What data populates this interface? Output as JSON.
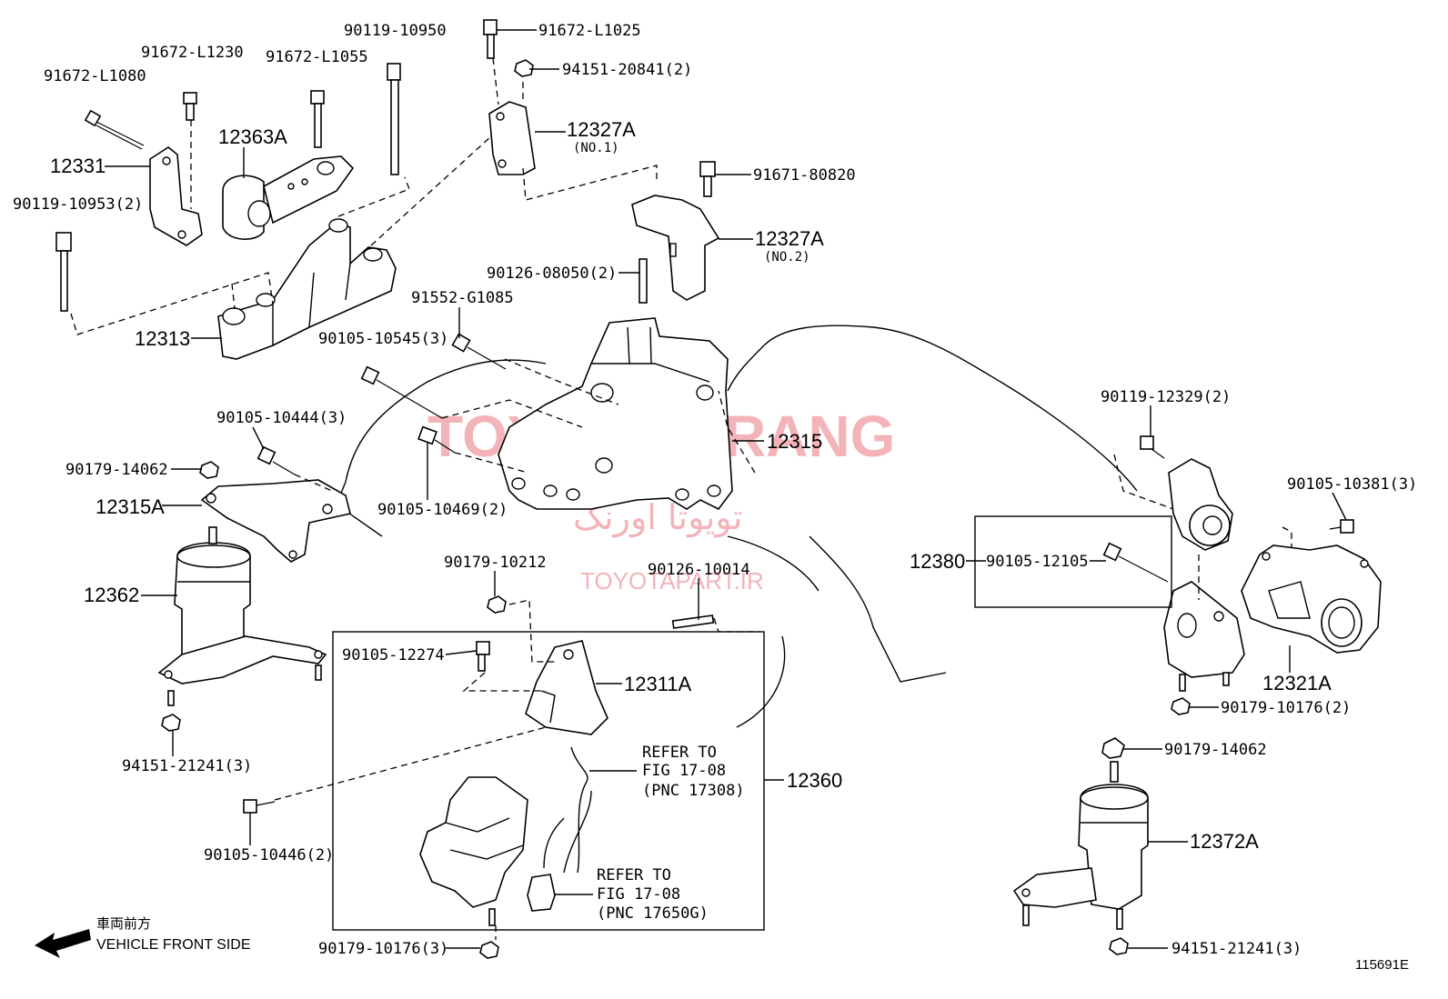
{
  "watermark": {
    "main": "TOYOTA ORANG",
    "farsi": "تویوتا اورنگ",
    "url": "TOYOTAPART.IR"
  },
  "labels": {
    "p91672_L1080": "91672-L1080",
    "p91672_L1230": "91672-L1230",
    "p91672_L1055": "91672-L1055",
    "p90119_10950": "90119-10950",
    "p91672_L1025": "91672-L1025",
    "p94151_20841": "94151-20841(2)",
    "p12327A_1": "12327A",
    "p12327A_1_sub": "(NO.1)",
    "p12331": "12331",
    "p12363A": "12363A",
    "p90119_10953": "90119-10953(2)",
    "p91671_80820": "91671-80820",
    "p12327A_2": "12327A",
    "p12327A_2_sub": "(NO.2)",
    "p90126_08050": "90126-08050(2)",
    "p91552_G1085": "91552-G1085",
    "p12313": "12313",
    "p90105_10545": "90105-10545(3)",
    "p90119_12329": "90119-12329(2)",
    "p90105_10444": "90105-10444(3)",
    "p12315": "12315",
    "p90179_14062_a": "90179-14062",
    "p12315A": "12315A",
    "p90105_10469": "90105-10469(2)",
    "p90105_10381": "90105-10381(3)",
    "p12380": "12380",
    "p90105_12105": "90105-12105",
    "p90179_10212": "90179-10212",
    "p90126_10014": "90126-10014",
    "p12362": "12362",
    "p90105_12274": "90105-12274",
    "p12311A": "12311A",
    "p12321A": "12321A",
    "p90179_10176_2": "90179-10176(2)",
    "p94151_21241_a": "94151-21241(3)",
    "p90179_14062_b": "90179-14062",
    "refer1_l1": "REFER TO",
    "refer1_l2": "FIG 17-08",
    "refer1_l3": "(PNC 17308)",
    "p12360": "12360",
    "p12372A": "12372A",
    "p90105_10446": "90105-10446(2)",
    "refer2_l1": "REFER TO",
    "refer2_l2": "FIG 17-08",
    "refer2_l3": "(PNC 17650G)",
    "front_jp": "車両前方",
    "front_en": "VEHICLE FRONT SIDE",
    "p90179_10176_3": "90179-10176(3)",
    "p94151_21241_b": "94151-21241(3)",
    "figure_id": "115691E"
  }
}
